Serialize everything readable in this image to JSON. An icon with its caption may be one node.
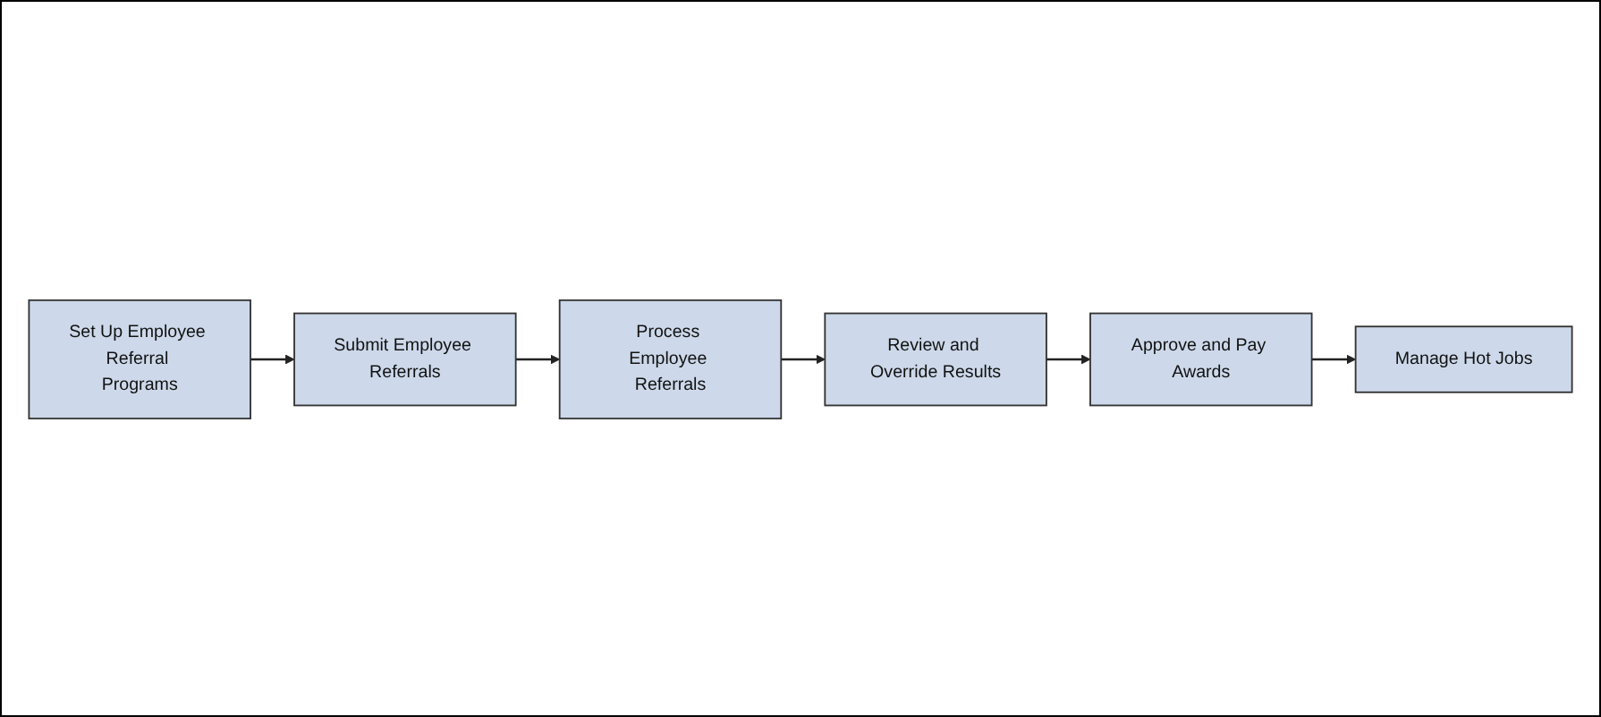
{
  "diagram": {
    "nodes": [
      {
        "text": [
          "Set Up Employee Referral Programs"
        ]
      },
      {
        "text": [
          "Submit Employee Referrals"
        ]
      },
      {
        "text": [
          "Process Employee Referrals"
        ]
      },
      {
        "text": [
          "Review and Override Results"
        ]
      },
      {
        "text": [
          "Approve and Pay Awards"
        ]
      },
      {
        "text": [
          "Manage Hot Jobs"
        ]
      }
    ],
    "edges": [
      {
        "from": 0,
        "to": 1,
        "arrow": "to"
      },
      {
        "from": 1,
        "to": 2,
        "arrow": "to"
      },
      {
        "from": 2,
        "to": 3,
        "arrow": "to"
      },
      {
        "from": 3,
        "to": 4,
        "arrow": "to"
      },
      {
        "from": 4,
        "to": 5,
        "arrow": "to"
      }
    ]
  }
}
